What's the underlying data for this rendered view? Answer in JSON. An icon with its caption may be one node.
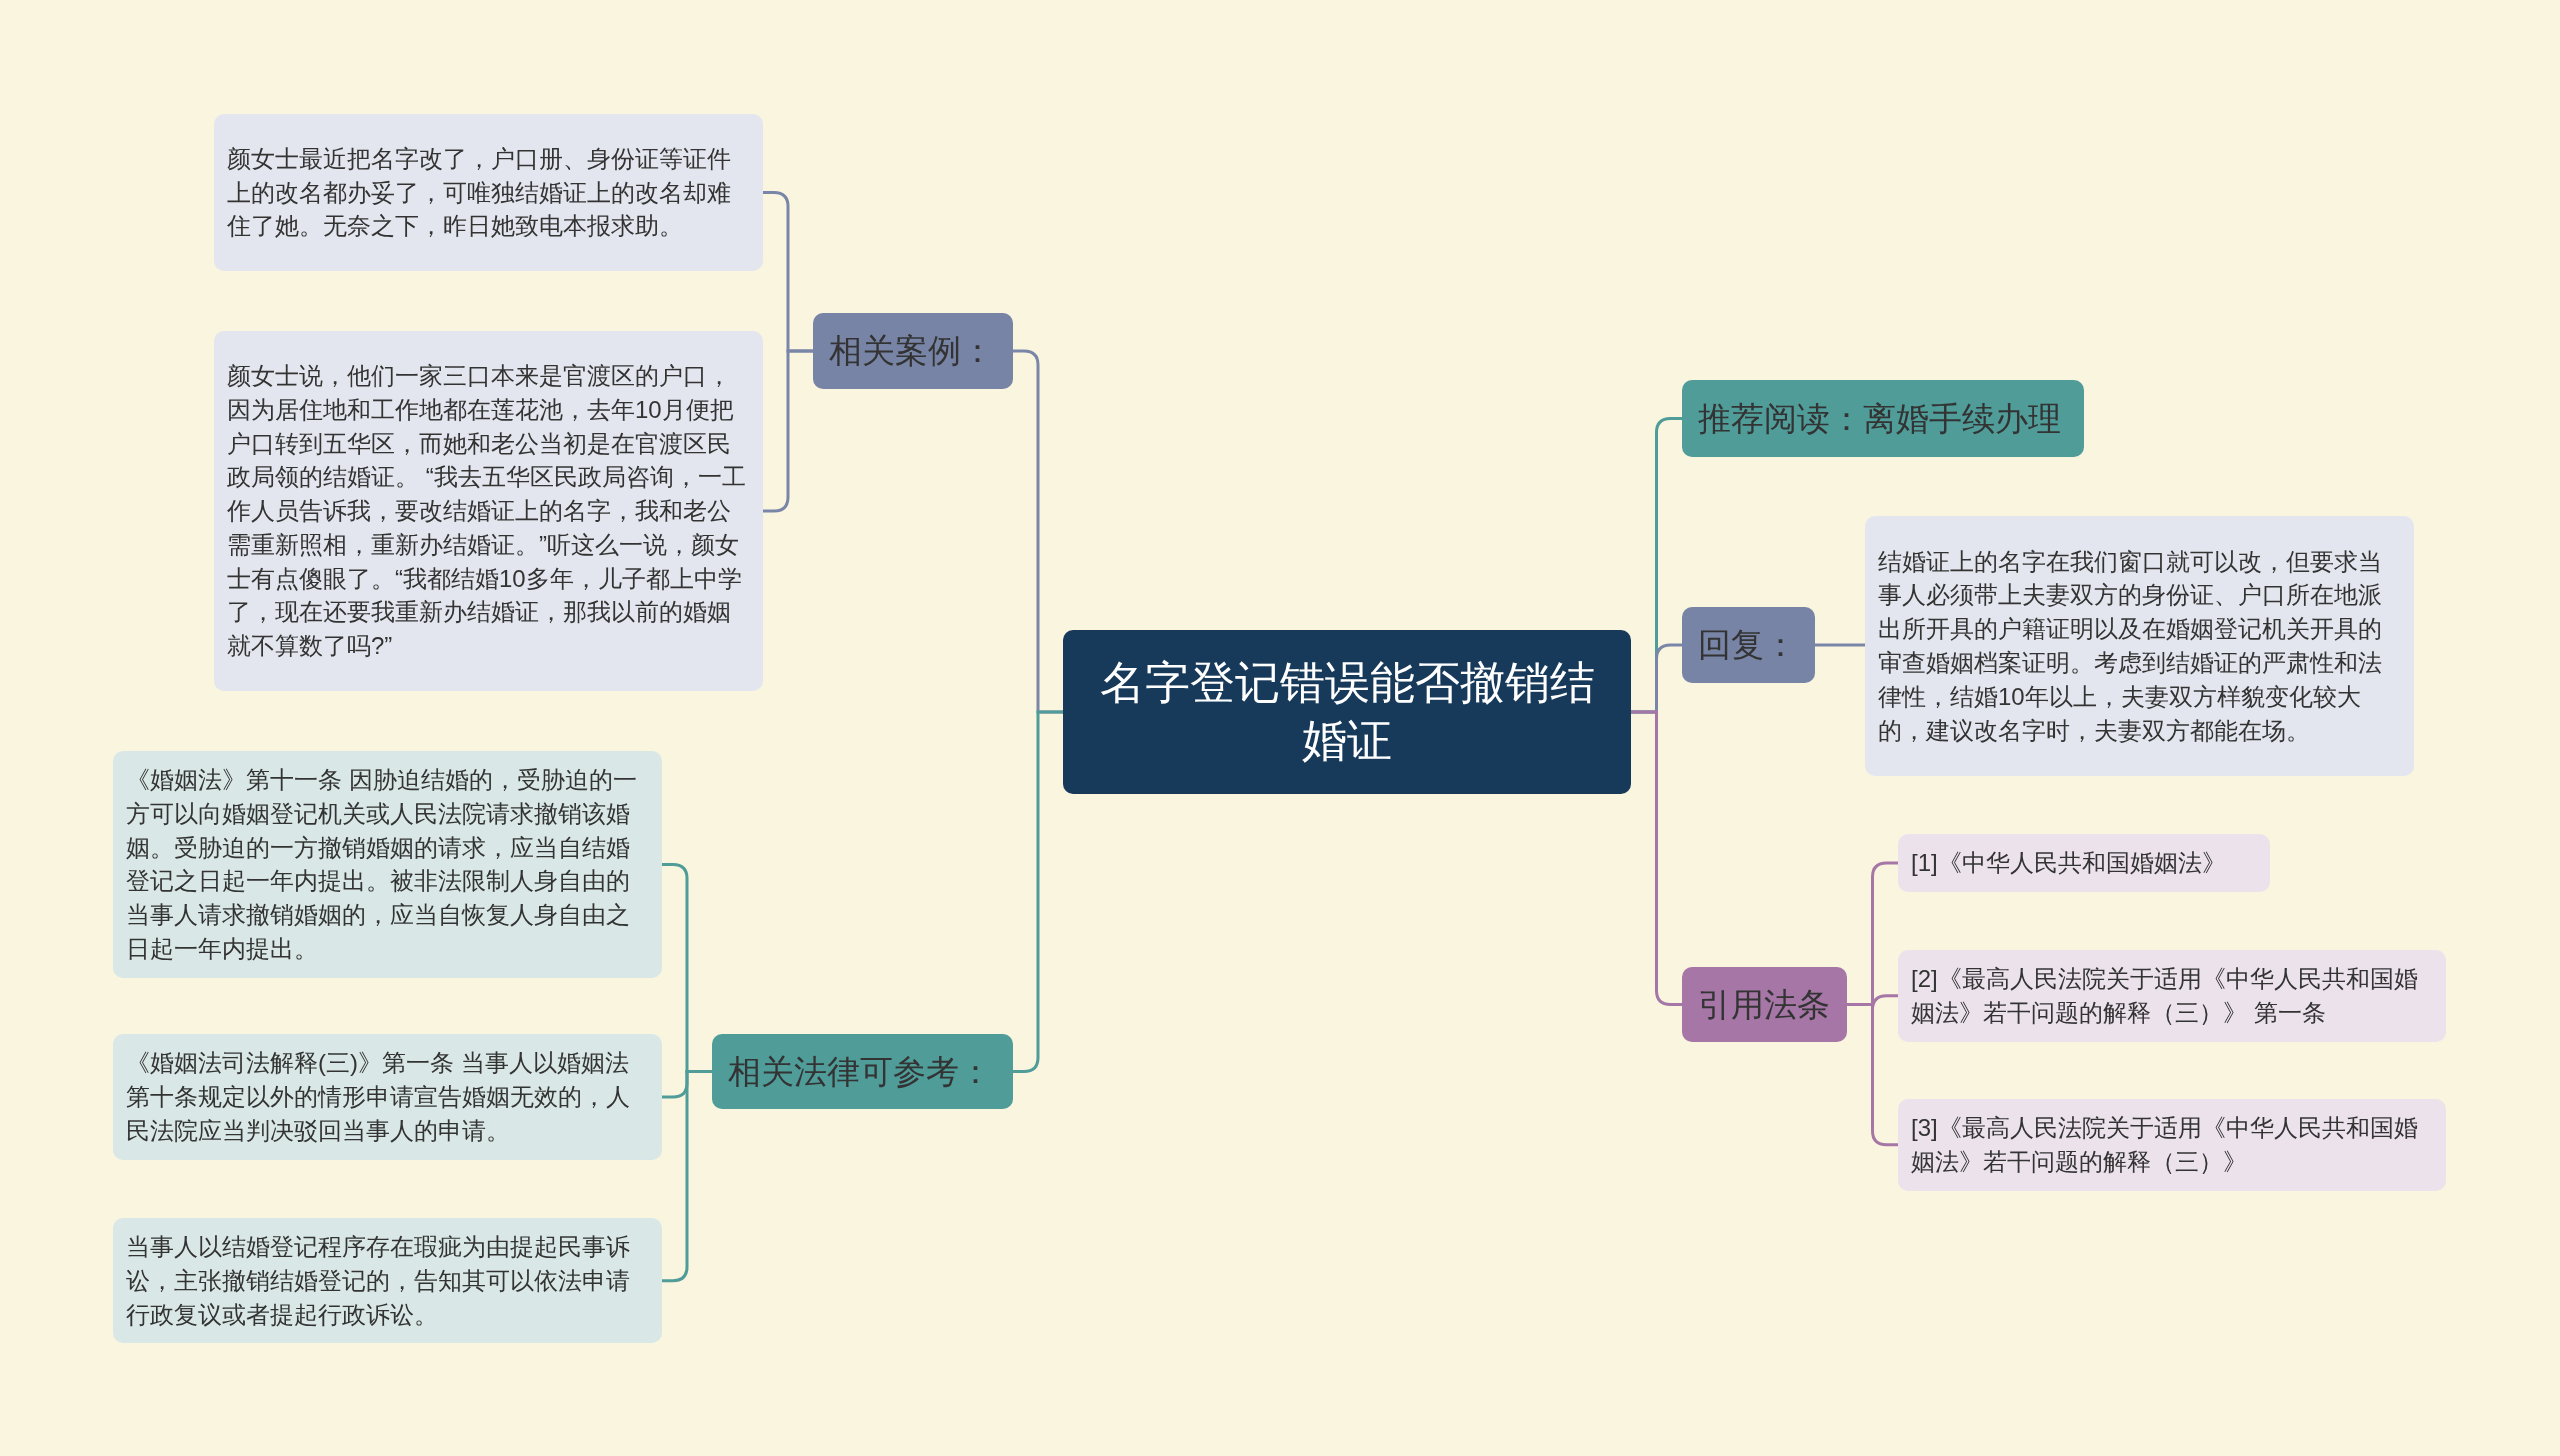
{
  "diagram": {
    "nodes": [
      {
        "text": [
          "名字登记错误能否撤销结婚证"
        ]
      },
      {
        "text": [
          "相关案例："
        ]
      },
      {
        "text": [
          "颜女士最近把名字改了，户口册、身份证等证件上的改名都办妥了，可唯独结婚证上的改名却难住了她。无奈之下，昨日她致电本报求助。"
        ]
      },
      {
        "text": [
          "颜女士说，他们一家三口本来是官渡区的户口，因为居住地和工作地都在莲花池，去年10月便把户口转到五华区，而她和老公当初是在官渡区民政局领的结婚证。 “我去五华区民政局咨询，一工作人员告诉我，要改结婚证上的名字，我和老公需重新照相，重新办结婚证。”听这么一说，颜女士有点傻眼了。“我都结婚10多年，儿子都上中学了，现在还要我重新办结婚证，那我以前的婚姻就不算数了吗?”"
        ]
      },
      {
        "text": [
          "相关法律可参考："
        ]
      },
      {
        "text": [
          "《婚姻法》第十一条 因胁迫结婚的，受胁迫的一方可以向婚姻登记机关或人民法院请求撤销该婚姻。受胁迫的一方撤销婚姻的请求，应当自结婚登记之日起一年内提出。被非法限制人身自由的当事人请求撤销婚姻的，应当自恢复人身自由之日起一年内提出。"
        ]
      },
      {
        "text": [
          "《婚姻法司法解释(三)》第一条 当事人以婚姻法第十条规定以外的情形申请宣告婚姻无效的，人民法院应当判决驳回当事人的申请。"
        ]
      },
      {
        "text": [
          "当事人以结婚登记程序存在瑕疵为由提起民事诉讼，主张撤销结婚登记的，告知其可以依法申请行政复议或者提起行政诉讼。"
        ]
      },
      {
        "text": [
          "推荐阅读：离婚手续办理"
        ]
      },
      {
        "text": [
          "回复："
        ]
      },
      {
        "text": [
          "结婚证上的名字在我们窗口就可以改，但要求当事人必须带上夫妻双方的身份证、户口所在地派出所开具的户籍证明以及在婚姻登记机关开具的审查婚姻档案证明。考虑到结婚证的严肃性和法律性，结婚10年以上，夫妻双方样貌变化较大的，建议改名字时，夫妻双方都能在场。"
        ]
      },
      {
        "text": [
          "引用法条"
        ]
      },
      {
        "text": [
          "[1]《中华人民共和国婚姻法》"
        ]
      },
      {
        "text": [
          "[2]《最高人民法院关于适用《中华人民共和国婚姻法》若干问题的解释（三）》 第一条"
        ]
      },
      {
        "text": [
          "[3]《最高人民法院关于适用《中华人民共和国婚姻法》若干问题的解释（三）》"
        ]
      }
    ],
    "edges": [
      {
        "from": 0,
        "to": 1,
        "arrow": "none",
        "color": "#7a86a8"
      },
      {
        "from": 1,
        "to": 2,
        "arrow": "none",
        "color": "#7a86a8"
      },
      {
        "from": 1,
        "to": 3,
        "arrow": "none",
        "color": "#7a86a8"
      },
      {
        "from": 0,
        "to": 4,
        "arrow": "none",
        "color": "#4f9c99"
      },
      {
        "from": 4,
        "to": 5,
        "arrow": "none",
        "color": "#4f9c99"
      },
      {
        "from": 4,
        "to": 6,
        "arrow": "none",
        "color": "#4f9c99"
      },
      {
        "from": 4,
        "to": 7,
        "arrow": "none",
        "color": "#4f9c99"
      },
      {
        "from": 0,
        "to": 8,
        "arrow": "none",
        "color": "#4f9c99"
      },
      {
        "from": 0,
        "to": 9,
        "arrow": "none",
        "color": "#7a86a8"
      },
      {
        "from": 9,
        "to": 10,
        "arrow": "none",
        "color": "#7a86a8"
      },
      {
        "from": 0,
        "to": 11,
        "arrow": "none",
        "color": "#a676a6"
      },
      {
        "from": 11,
        "to": 12,
        "arrow": "none",
        "color": "#a676a6"
      },
      {
        "from": 11,
        "to": 13,
        "arrow": "none",
        "color": "#a676a6"
      },
      {
        "from": 11,
        "to": 14,
        "arrow": "none",
        "color": "#a676a6"
      }
    ]
  }
}
